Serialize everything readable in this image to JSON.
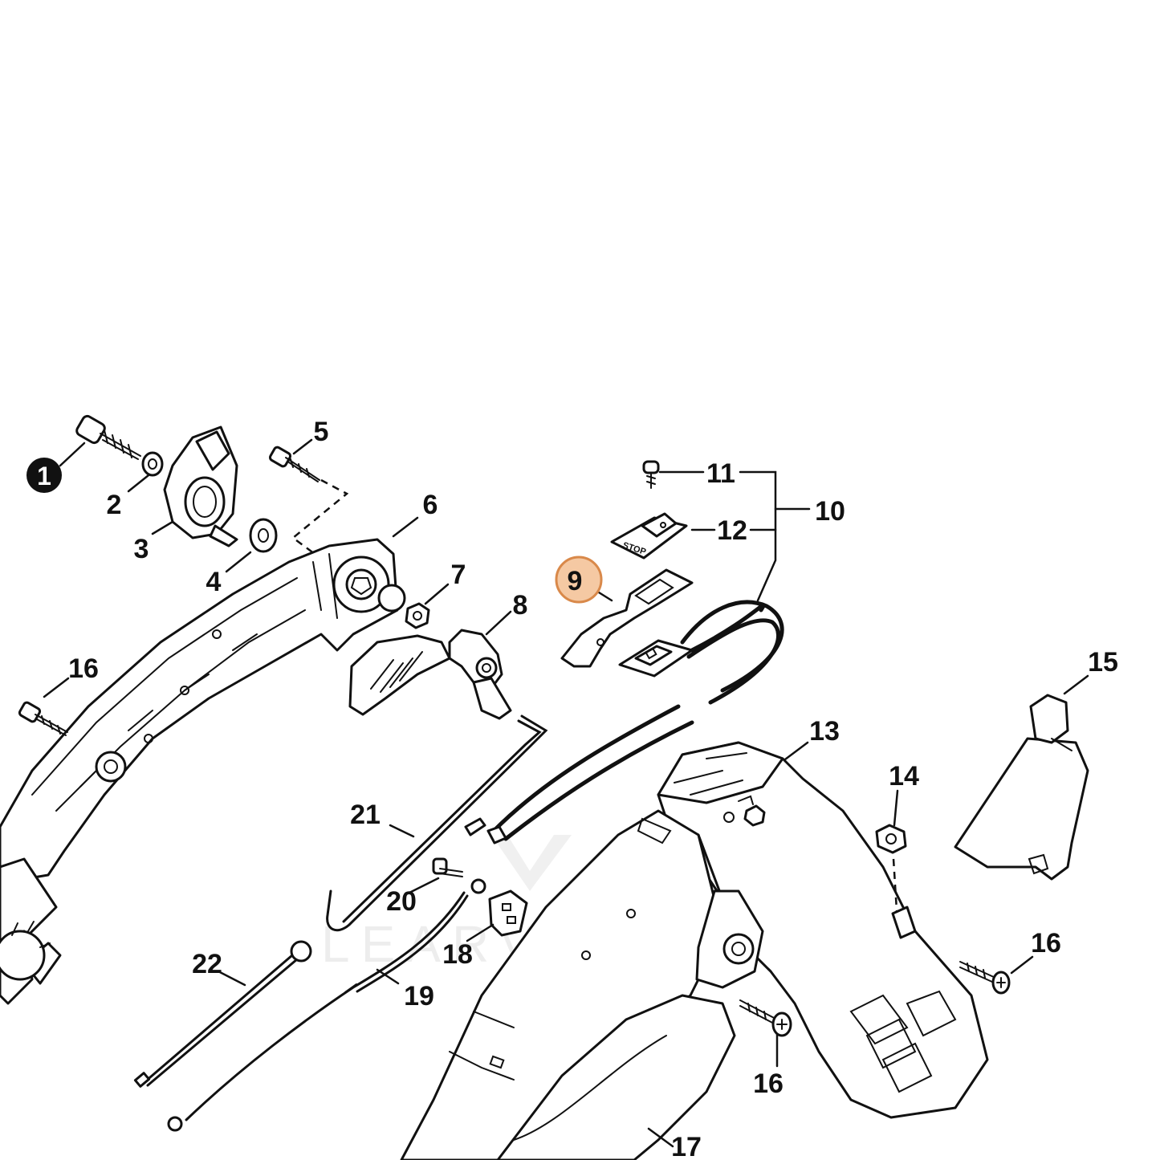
{
  "callouts": {
    "c1": "1",
    "c2": "2",
    "c3": "3",
    "c4": "4",
    "c5": "5",
    "c6": "6",
    "c7": "7",
    "c8": "8",
    "c9": "9",
    "c10": "10",
    "c11": "11",
    "c12": "12",
    "c13": "13",
    "c14": "14",
    "c15": "15",
    "c16a": "16",
    "c16b": "16",
    "c16c": "16",
    "c17": "17",
    "c18": "18",
    "c19": "19",
    "c20": "20",
    "c21": "21",
    "c22": "22"
  },
  "labels": {
    "stop": "STOP"
  },
  "watermark": {
    "text": "LEARVENTURE"
  },
  "colors": {
    "highlight": "#f5c9a3",
    "highlight_ring": "#d9894a",
    "ink": "#111111"
  }
}
